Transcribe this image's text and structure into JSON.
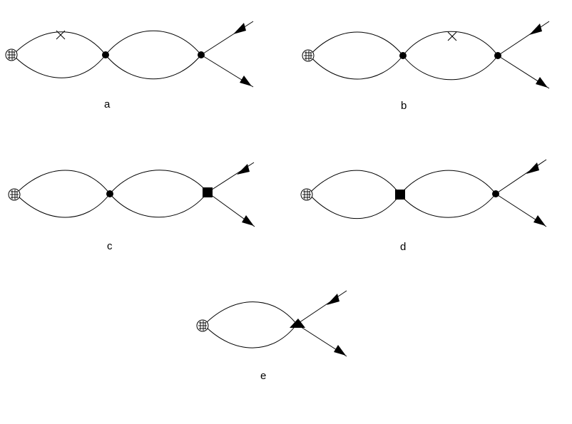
{
  "diagrams": [
    {
      "label": "a",
      "vertices": [
        "dot",
        "dot"
      ],
      "insertion": "cross-on-first-loop"
    },
    {
      "label": "b",
      "vertices": [
        "dot",
        "dot"
      ],
      "insertion": "cross-on-second-loop"
    },
    {
      "label": "c",
      "vertices": [
        "dot",
        "square"
      ],
      "insertion": "none"
    },
    {
      "label": "d",
      "vertices": [
        "square",
        "dot"
      ],
      "insertion": "none"
    },
    {
      "label": "e",
      "vertices": [
        "triangle"
      ],
      "insertion": "none"
    }
  ],
  "colors": {
    "ink": "#000000",
    "background": "#ffffff"
  }
}
